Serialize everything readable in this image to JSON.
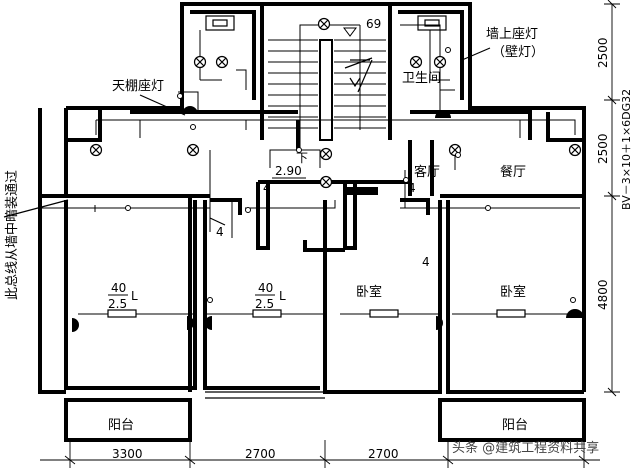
{
  "labels": {
    "ceiling_lamp": "天棚座灯",
    "wall_lamp_line1": "墙上座灯",
    "wall_lamp_line2": "（壁灯）",
    "bathroom": "卫生间",
    "living_room": "客厅",
    "dining_room": "餐厅",
    "bedroom": "卧室",
    "balcony": "阳台",
    "main_line_note": "此总线从墙中暗装通过",
    "cable_spec": "BV－3×10＋1×6DG32",
    "lamp_spec_top": "40",
    "lamp_spec_bottom": "2.5",
    "lamp_spec_suffix": "L",
    "count_4": "4",
    "elevation_69": "69",
    "elevation_290": "2.90",
    "down_mark": "下",
    "watermark": "头条 @建筑工程资料共享"
  },
  "dimensions": {
    "bottom": [
      "3300",
      "2700",
      "2700"
    ],
    "right": [
      "2500",
      "2500",
      "4800"
    ]
  }
}
